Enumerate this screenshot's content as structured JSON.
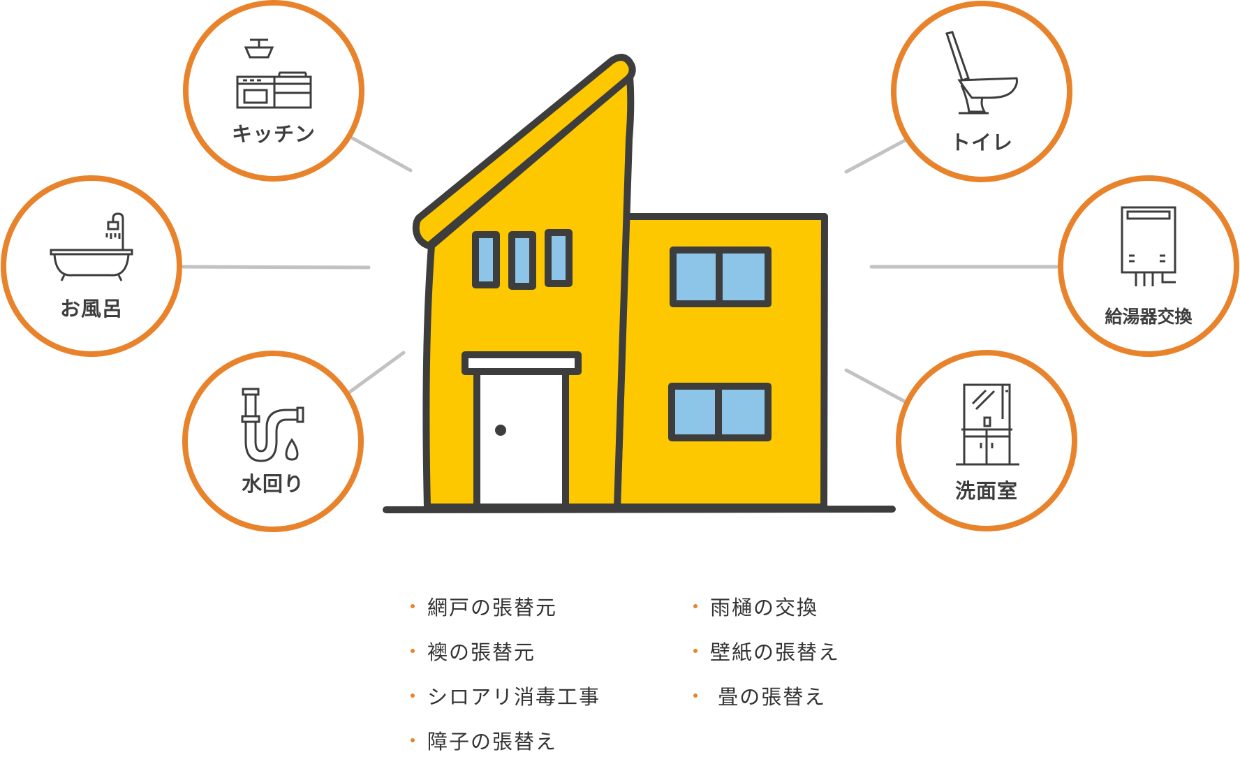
{
  "services": {
    "kitchen": {
      "label": "キッチン",
      "icon": "kitchen-icon"
    },
    "bath": {
      "label": "お風呂",
      "icon": "bathtub-icon"
    },
    "plumbing": {
      "label": "水回り",
      "icon": "pipe-faucet-icon"
    },
    "toilet": {
      "label": "トイレ",
      "icon": "toilet-icon"
    },
    "water_heater": {
      "label": "給湯器交換",
      "icon": "water-heater-icon"
    },
    "washroom": {
      "label": "洗面室",
      "icon": "vanity-icon"
    }
  },
  "other_services": {
    "left": [
      "網戸の張替元",
      "襖の張替元",
      "シロアリ消毒工事",
      "障子の張替え"
    ],
    "right": [
      "雨樋の交換",
      "壁紙の張替え",
      " 畳の張替え"
    ]
  },
  "colors": {
    "circle_border": "#e8832b",
    "house": "#fdc800",
    "window": "#8dc5e8",
    "outline": "#3d3d3d",
    "connector": "#c2c2c2",
    "bullet": "#e8832b"
  }
}
